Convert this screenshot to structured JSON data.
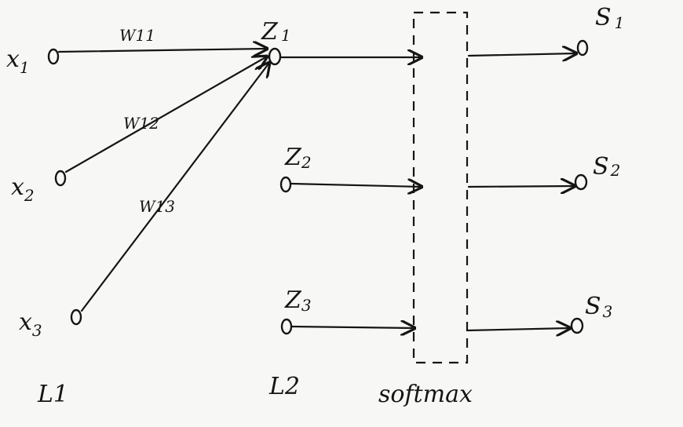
{
  "inputs": [
    {
      "base": "x",
      "sub": "1"
    },
    {
      "base": "x",
      "sub": "2"
    },
    {
      "base": "x",
      "sub": "3"
    }
  ],
  "weights": [
    "W11",
    "W12",
    "W13"
  ],
  "hidden": [
    {
      "base": "Z",
      "sub": "1"
    },
    {
      "base": "Z",
      "sub": "2"
    },
    {
      "base": "Z",
      "sub": "3"
    }
  ],
  "outputs": [
    {
      "base": "S",
      "sub": "1"
    },
    {
      "base": "S",
      "sub": "2"
    },
    {
      "base": "S",
      "sub": "3"
    }
  ],
  "layers": {
    "l1": "L1",
    "l2": "L2",
    "softmax": "softmax"
  }
}
